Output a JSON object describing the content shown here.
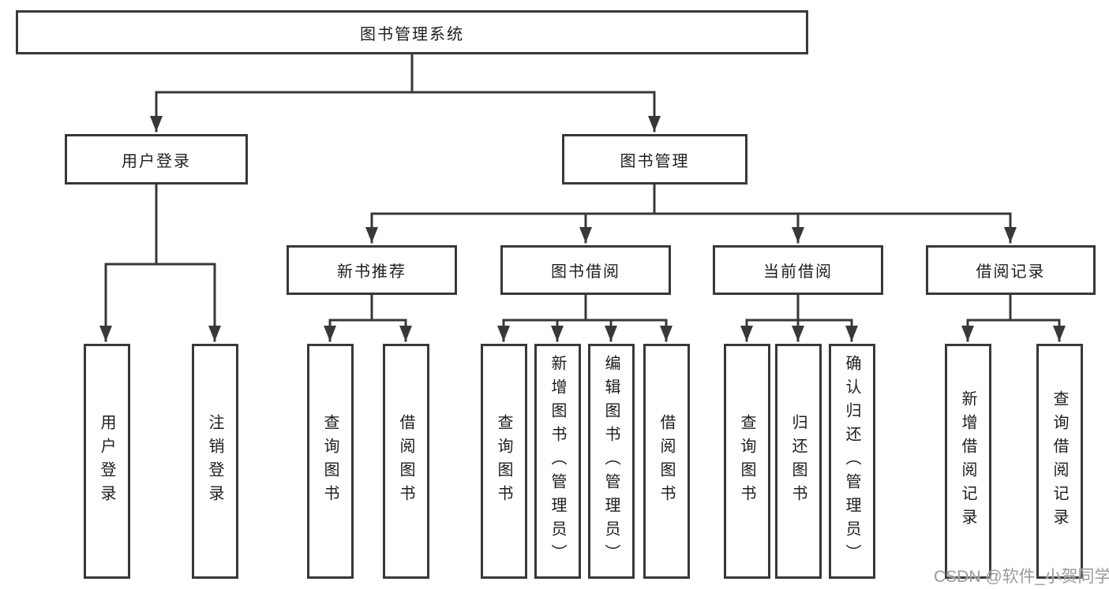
{
  "colors": {
    "line": "#383838",
    "text": "#1d1d1d",
    "background": "#ffffff",
    "watermark": "#9b9b9b"
  },
  "watermark": {
    "text": "CSDN @软件_小贺同学"
  },
  "tree": {
    "root": {
      "label": "图书管理系统"
    },
    "userLogin": {
      "label": "用户登录",
      "children": {
        "login": {
          "label": "用户登录"
        },
        "logout": {
          "label": "注销登录"
        }
      }
    },
    "bookManagement": {
      "label": "图书管理",
      "children": {
        "newBookRecommend": {
          "label": "新书推荐",
          "children": {
            "queryBooks": {
              "label": "查询图书"
            },
            "borrowBooks": {
              "label": "借阅图书"
            }
          }
        },
        "bookBorrowing": {
          "label": "图书借阅",
          "children": {
            "queryBooks": {
              "label": "查询图书"
            },
            "addBooksAdmin": {
              "label": "新增图书（管理员）"
            },
            "editBooksAdmin": {
              "label": "编辑图书（管理员）"
            },
            "borrowBooks": {
              "label": "借阅图书"
            }
          }
        },
        "currentBorrowing": {
          "label": "当前借阅",
          "children": {
            "queryBooks": {
              "label": "查询图书"
            },
            "returnBooks": {
              "label": "归还图书"
            },
            "confirmReturnAdmin": {
              "label": "确认归还（管理员）"
            }
          }
        },
        "borrowingRecords": {
          "label": "借阅记录",
          "children": {
            "addRecord": {
              "label": "新增借阅记录"
            },
            "queryRecord": {
              "label": "查询借阅记录"
            }
          }
        }
      }
    }
  }
}
